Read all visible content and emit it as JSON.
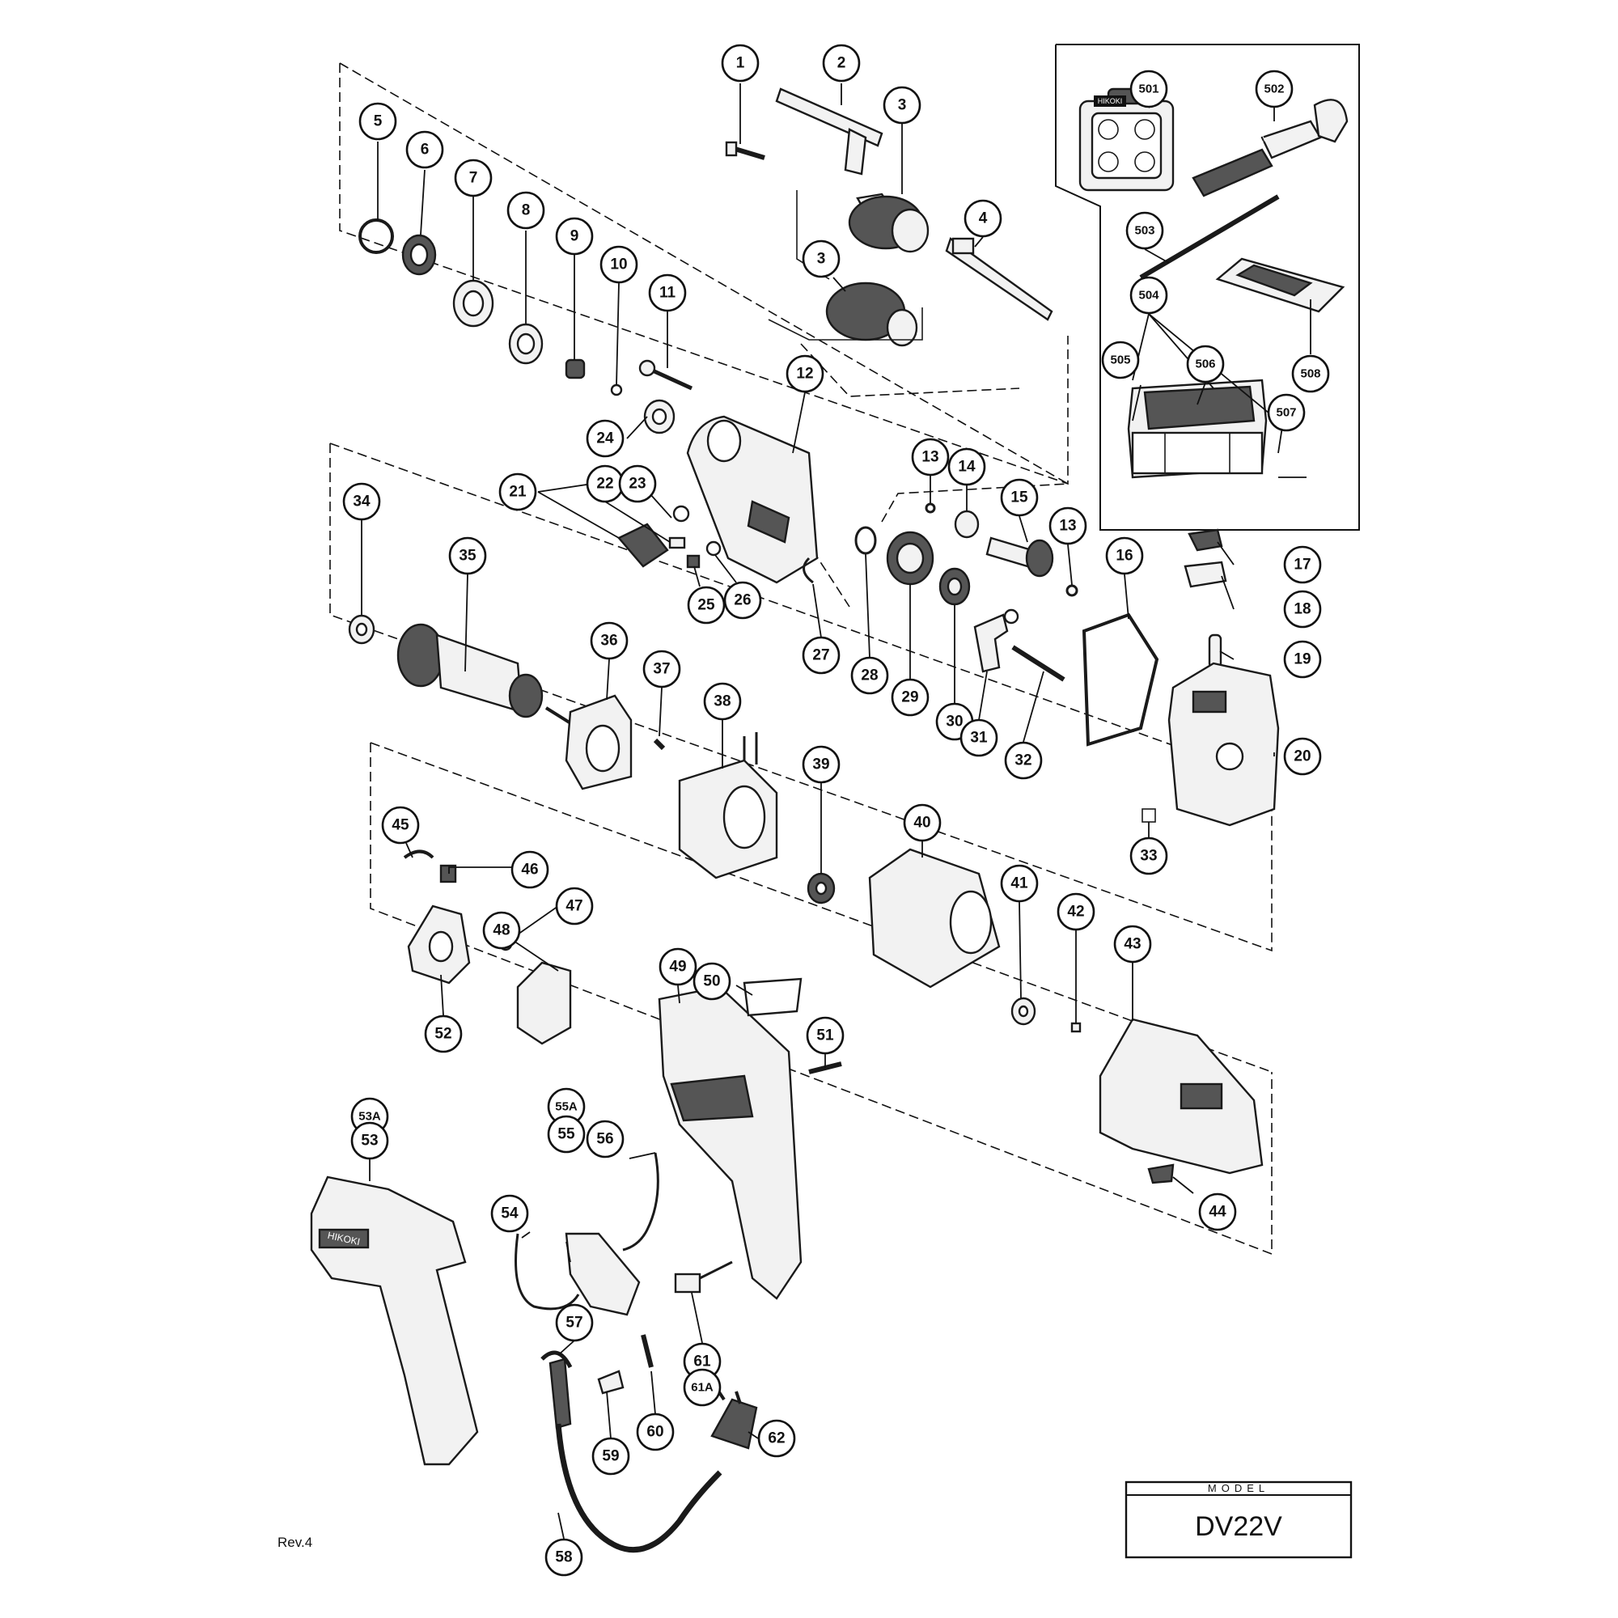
{
  "model_box": {
    "caption": "MODEL",
    "value": "DV22V"
  },
  "revision": "Rev.4",
  "brand_marks": [
    "HIKOKI",
    "HIKOKI",
    "HIKOKI"
  ],
  "part_labels": [
    "1",
    "2",
    "3",
    "3",
    "4",
    "5",
    "6",
    "7",
    "8",
    "9",
    "10",
    "11",
    "12",
    "13",
    "13",
    "14",
    "15",
    "16",
    "17",
    "18",
    "19",
    "20",
    "21",
    "22",
    "23",
    "24",
    "25",
    "26",
    "27",
    "28",
    "29",
    "30",
    "31",
    "32",
    "33",
    "34",
    "35",
    "36",
    "37",
    "38",
    "39",
    "40",
    "41",
    "42",
    "43",
    "44",
    "45",
    "46",
    "47",
    "48",
    "49",
    "50",
    "51",
    "52",
    "53A",
    "53",
    "54",
    "55A",
    "55",
    "56",
    "57",
    "58",
    "59",
    "60",
    "61",
    "61A",
    "62",
    "501",
    "502",
    "503",
    "504",
    "505",
    "506",
    "507",
    "508"
  ]
}
